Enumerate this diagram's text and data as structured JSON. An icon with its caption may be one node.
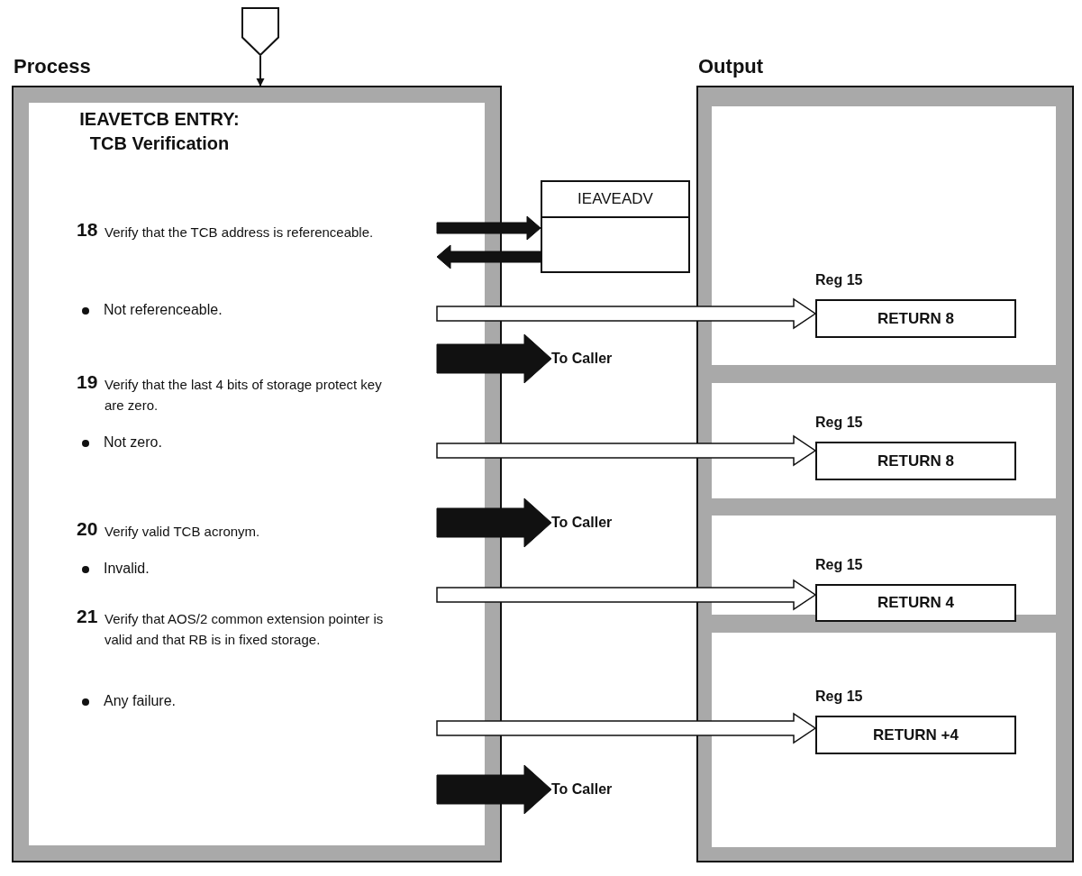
{
  "diagram": {
    "nodes": [
      {
        "text": [
          "Process",
          "IEAVETCB ENTRY: TCB Verification"
        ]
      },
      {
        "text": [
          "18",
          "Verify that the TCB address is referenceable."
        ],
        "in": 0
      },
      {
        "text": [
          "Not referenceable."
        ],
        "in": 0
      },
      {
        "text": [
          "19",
          "Verify that the last 4 bits of storage protect key are zero."
        ],
        "in": 0
      },
      {
        "text": [
          "Not zero."
        ],
        "in": 0
      },
      {
        "text": [
          "20",
          "Verify valid TCB acronym."
        ],
        "in": 0
      },
      {
        "text": [
          "Invalid."
        ],
        "in": 0
      },
      {
        "text": [
          "21",
          "Verify that AOS/2 common extension pointer is valid and that RB is in fixed storage."
        ],
        "in": 0
      },
      {
        "text": [
          "Any failure."
        ],
        "in": 0
      },
      {
        "text": [
          "IEAVEADV"
        ]
      },
      {
        "text": [
          "Output"
        ]
      },
      {
        "text": [],
        "shape": "box",
        "in": 10
      },
      {
        "text": [],
        "shape": "box",
        "in": 10
      },
      {
        "text": [],
        "shape": "box",
        "in": 10
      },
      {
        "text": [],
        "shape": "box",
        "in": 10
      },
      {
        "text": [
          "RETURN 8"
        ],
        "in": 11,
        "beside": [
          "Reg 15"
        ]
      },
      {
        "text": [
          "RETURN 8"
        ],
        "in": 12,
        "beside": [
          "Reg 15"
        ]
      },
      {
        "text": [
          "RETURN 4"
        ],
        "in": 13,
        "beside": [
          "Reg 15"
        ]
      },
      {
        "text": [
          "RETURN +4"
        ],
        "in": 14,
        "beside": [
          "Reg 15"
        ]
      },
      {
        "text": [
          "To Caller"
        ]
      },
      {
        "text": [
          "To Caller"
        ]
      },
      {
        "text": [
          "To Caller"
        ]
      },
      {
        "text": [],
        "shape": "pentagon"
      }
    ],
    "edges": [
      {
        "from": 22,
        "to": 0,
        "arrow": "to"
      },
      {
        "from": 1,
        "to": 9,
        "arrow": "to",
        "style": "thick"
      },
      {
        "from": 9,
        "to": 1,
        "arrow": "to",
        "style": "thick"
      },
      {
        "from": 2,
        "to": 15,
        "arrow": "to"
      },
      {
        "from": null,
        "to": 19,
        "arrow": "to",
        "style": "thick"
      },
      {
        "from": 4,
        "to": 16,
        "arrow": "to"
      },
      {
        "from": null,
        "to": 20,
        "arrow": "to",
        "style": "thick"
      },
      {
        "from": 6,
        "to": 17,
        "arrow": "to"
      },
      {
        "from": 8,
        "to": 18,
        "arrow": "to"
      },
      {
        "from": null,
        "to": 21,
        "arrow": "to",
        "style": "thick"
      }
    ]
  }
}
